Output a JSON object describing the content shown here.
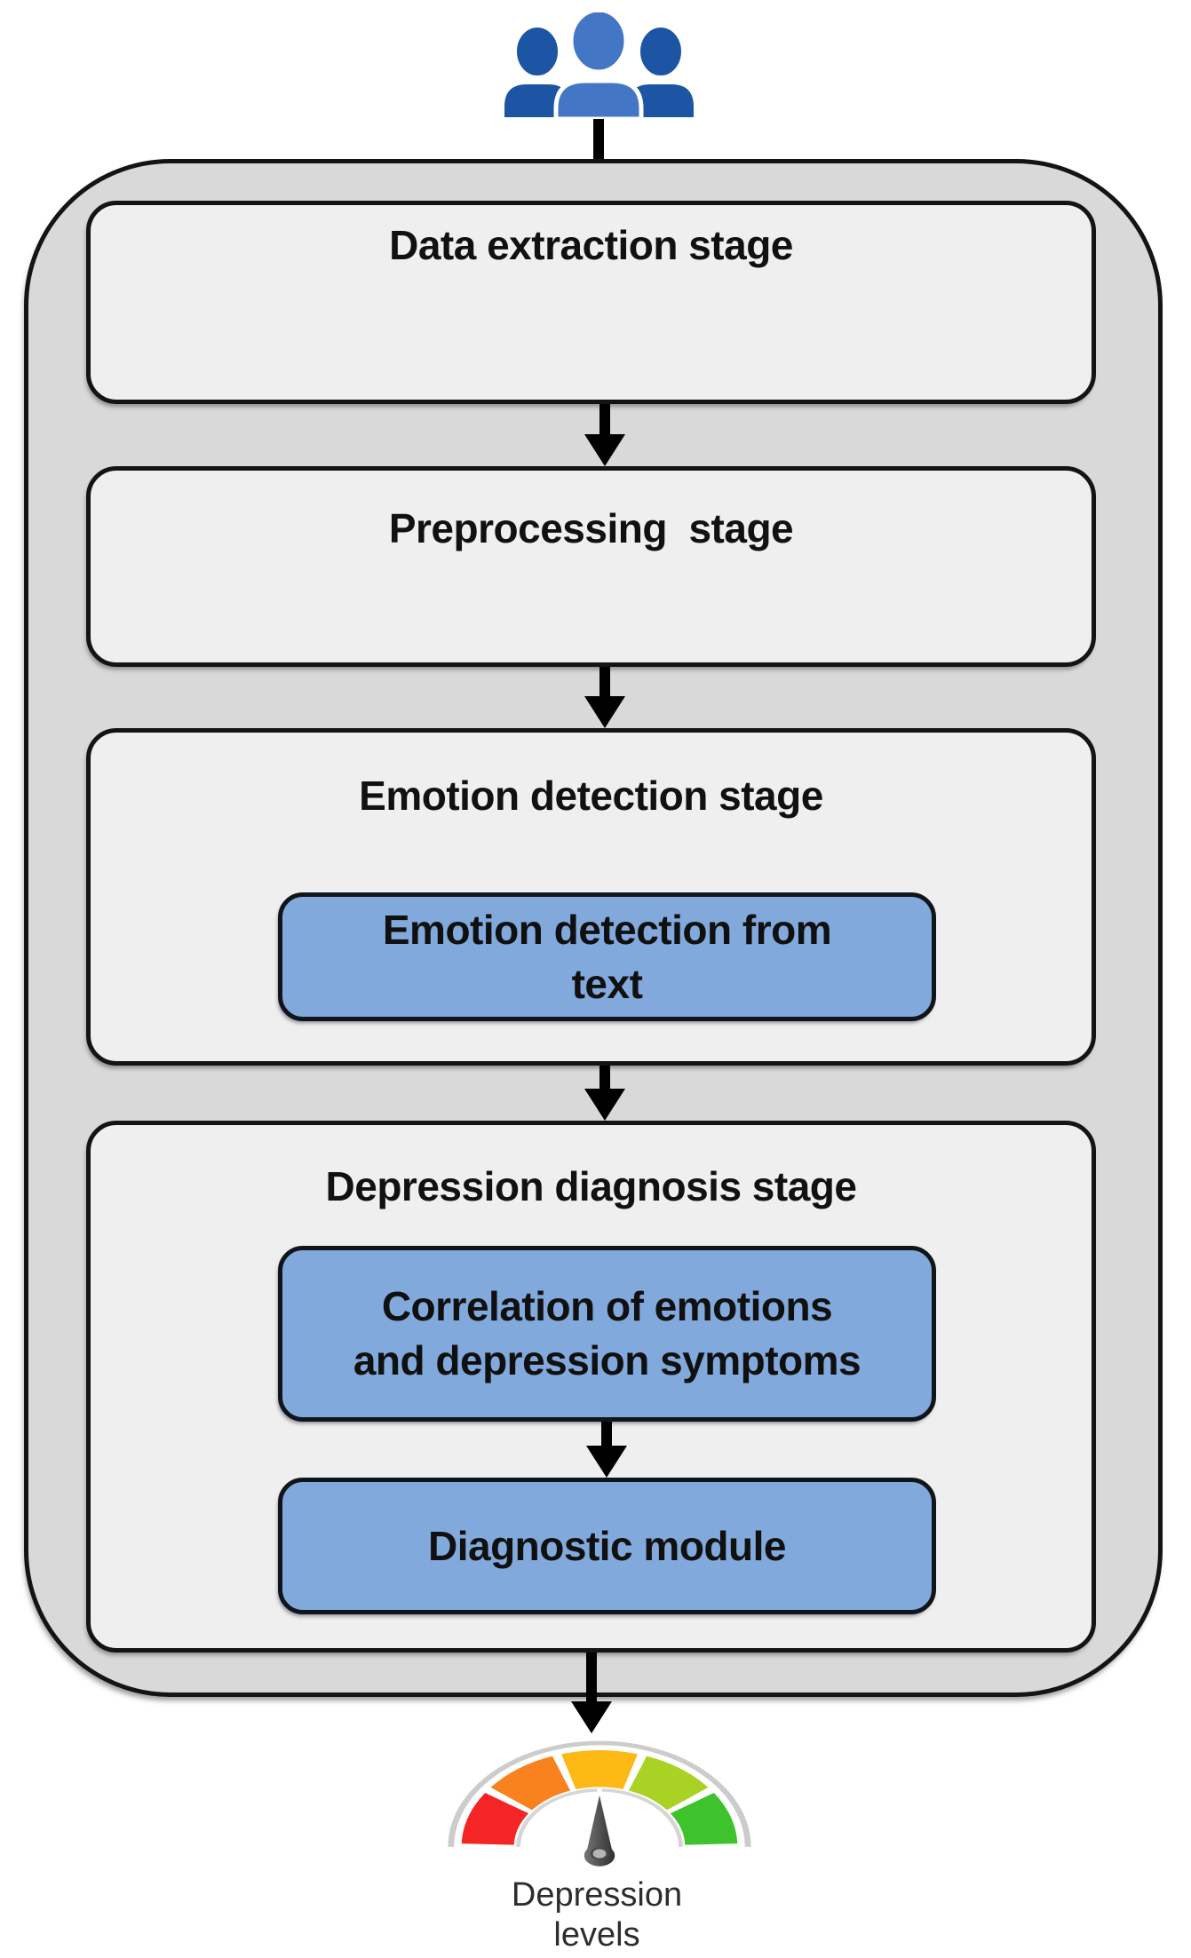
{
  "diagram": {
    "input": {
      "icon": "people-group-icon"
    },
    "stages": [
      {
        "title": "Data extraction stage",
        "modules": []
      },
      {
        "title": "Preprocessing  stage",
        "modules": []
      },
      {
        "title": "Emotion detection stage",
        "modules": [
          {
            "label": "Emotion detection from\ntext"
          }
        ]
      },
      {
        "title": "Depression diagnosis stage",
        "modules": [
          {
            "label": "Correlation of emotions\nand depression symptoms"
          },
          {
            "label": "Diagnostic module"
          }
        ]
      }
    ],
    "output": {
      "icon": "gauge-icon",
      "caption": "Depression\nlevels"
    }
  },
  "colors": {
    "outer_container_fill": "#d9d9d9",
    "stage_box_fill": "#efefef",
    "module_box_fill": "#82a9dc",
    "box_border": "#141414",
    "arrow": "#000000",
    "people_center_blue": "#4377c6",
    "people_side_blue": "#1c55a4",
    "gauge_red": "#f42525",
    "gauge_orange": "#f8821d",
    "gauge_amber": "#fcb913",
    "gauge_yellow_green": "#a9d225",
    "gauge_green": "#3ec32c",
    "gauge_rim": "#cccccc",
    "needle_dark": "#2b2b2b",
    "caption_text": "#2d2d2d"
  }
}
